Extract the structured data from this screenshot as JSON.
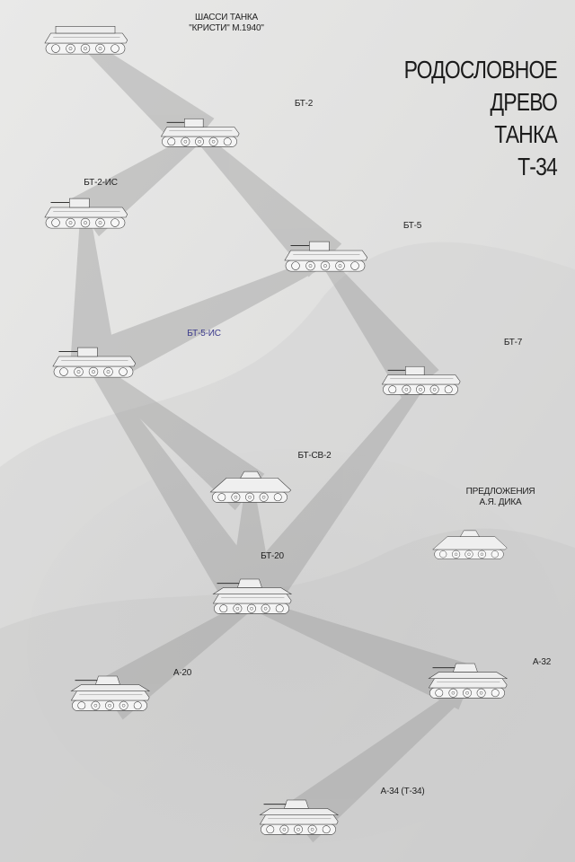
{
  "title": {
    "lines": [
      "РОДОСЛОВНОЕ",
      "ДРЕВО",
      "ТАНКА",
      "Т-34"
    ]
  },
  "tanks": [
    {
      "id": "christie",
      "label_lines": [
        "ШАССИ ТАНКА",
        "\"КРИСТИ\" М.1940\""
      ]
    },
    {
      "id": "bt2",
      "label_lines": [
        "БТ-2"
      ]
    },
    {
      "id": "bt2is",
      "label_lines": [
        "БТ-2-ИС"
      ]
    },
    {
      "id": "bt5",
      "label_lines": [
        "БТ-5"
      ]
    },
    {
      "id": "bt5is",
      "label_lines": [
        "БТ-5-ИС"
      ]
    },
    {
      "id": "bt7",
      "label_lines": [
        "БТ-7"
      ]
    },
    {
      "id": "btsv2",
      "label_lines": [
        "БТ-СВ-2"
      ]
    },
    {
      "id": "dik",
      "label_lines": [
        "ПРЕДЛОЖЕНИЯ",
        "А.Я. ДИКА"
      ]
    },
    {
      "id": "bt20",
      "label_lines": [
        "БТ-20"
      ]
    },
    {
      "id": "a20",
      "label_lines": [
        "А-20"
      ]
    },
    {
      "id": "a32",
      "label_lines": [
        "А-32"
      ]
    },
    {
      "id": "a34",
      "label_lines": [
        "А-34 (Т-34)"
      ]
    }
  ],
  "edges": [
    [
      "christie",
      "bt2"
    ],
    [
      "bt2",
      "bt2is"
    ],
    [
      "bt2",
      "bt5"
    ],
    [
      "bt2is",
      "bt5is"
    ],
    [
      "bt5",
      "bt5is"
    ],
    [
      "bt5",
      "bt7"
    ],
    [
      "bt5is",
      "btsv2"
    ],
    [
      "bt5is",
      "bt20"
    ],
    [
      "bt7",
      "bt20"
    ],
    [
      "btsv2",
      "bt20"
    ],
    [
      "bt20",
      "a20"
    ],
    [
      "bt20",
      "a32"
    ],
    [
      "a32",
      "a34"
    ]
  ],
  "colors": {
    "background": "#dedede",
    "ink": "#2a2a2a",
    "connector": "#9a9a9a",
    "accent_label": "#3b3a8c"
  }
}
